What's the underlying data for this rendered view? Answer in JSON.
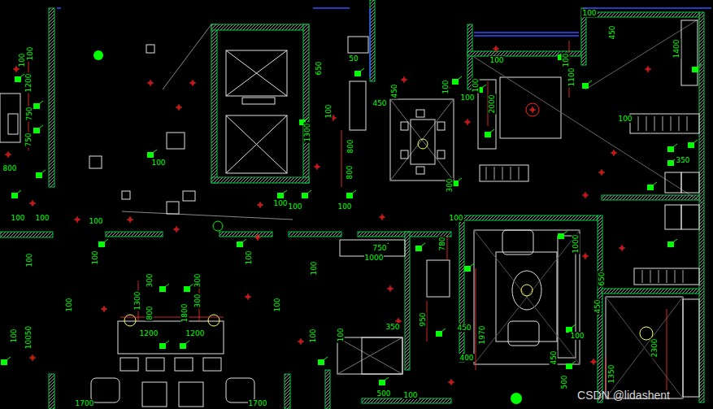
{
  "diagram": {
    "labels": [
      "100",
      "450",
      "1400",
      "100",
      "100",
      "100",
      "1100",
      "100",
      "100",
      "2000",
      "450",
      "450",
      "50",
      "650",
      "100",
      "100",
      "1200",
      "750",
      "750",
      "800",
      "100",
      "1300",
      "800",
      "800",
      "100",
      "100",
      "100",
      "100",
      "100",
      "350",
      "300",
      "100",
      "100",
      "100",
      "100",
      "100",
      "780",
      "750",
      "1000",
      "1000",
      "650",
      "100",
      "100",
      "100",
      "300",
      "300",
      "1300",
      "800",
      "1800",
      "300",
      "1200",
      "1200",
      "100",
      "100",
      "950",
      "450",
      "1970",
      "450",
      "100",
      "10050",
      "100",
      "350",
      "100",
      "100",
      "2300",
      "450",
      "400",
      "1350",
      "500",
      "1700",
      "1700",
      "500",
      "100",
      "CSDN @lidashent"
    ]
  }
}
